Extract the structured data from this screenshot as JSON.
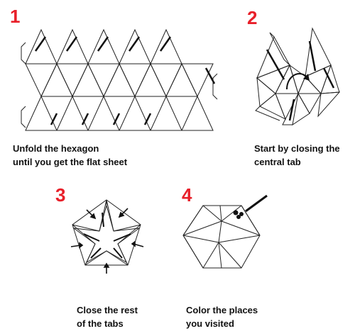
{
  "accent_color": "#e8202a",
  "steps": [
    {
      "number": "1",
      "line1": "Unfold the hexagon",
      "line2": "until you get the flat sheet"
    },
    {
      "number": "2",
      "line1": "Start by closing the",
      "line2": "central tab"
    },
    {
      "number": "3",
      "line1": "Close the rest",
      "line2": "of the tabs"
    },
    {
      "number": "4",
      "line1": "Color the places",
      "line2": "you visited"
    }
  ],
  "icons": [
    "pen-icon",
    "arrow-icon"
  ]
}
